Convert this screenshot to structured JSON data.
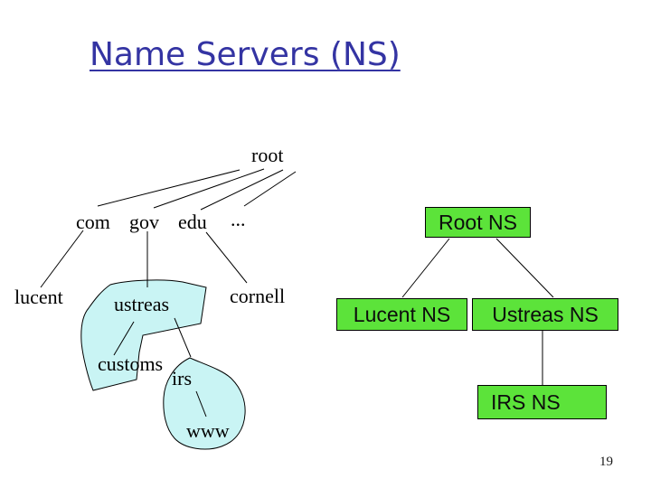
{
  "slide": {
    "title": "Name Servers (NS)",
    "page_number": "19"
  },
  "colors": {
    "title_blue": "#3434a3",
    "zone_cyan": "#c9f4f4",
    "ns_green": "#5ce33a",
    "line": "#000000"
  },
  "dns_tree": {
    "labels": {
      "root": "root",
      "com": "com",
      "gov": "gov",
      "edu": "edu",
      "ellipsis": "...",
      "lucent": "lucent",
      "ustreas": "ustreas",
      "cornell": "cornell",
      "customs": "customs",
      "irs": "irs",
      "www": "www"
    },
    "edges": [
      {
        "from": "root",
        "to": "com"
      },
      {
        "from": "root",
        "to": "gov"
      },
      {
        "from": "root",
        "to": "edu"
      },
      {
        "from": "root",
        "to": "ellipsis"
      },
      {
        "from": "com",
        "to": "lucent"
      },
      {
        "from": "gov",
        "to": "ustreas"
      },
      {
        "from": "edu",
        "to": "cornell"
      },
      {
        "from": "ustreas",
        "to": "customs"
      },
      {
        "from": "ustreas",
        "to": "irs"
      },
      {
        "from": "irs",
        "to": "www"
      }
    ],
    "zones": [
      {
        "name": "ustreas-zone",
        "contains": [
          "ustreas",
          "customs"
        ]
      },
      {
        "name": "irs-zone",
        "contains": [
          "irs",
          "www"
        ]
      }
    ]
  },
  "ns_hierarchy": {
    "boxes": [
      {
        "id": "root-ns",
        "label": "Root NS"
      },
      {
        "id": "lucent-ns",
        "label": "Lucent NS"
      },
      {
        "id": "ustreas-ns",
        "label": "Ustreas NS"
      },
      {
        "id": "irs-ns",
        "label": "IRS NS"
      }
    ],
    "edges": [
      {
        "from": "root-ns",
        "to": "lucent-ns"
      },
      {
        "from": "root-ns",
        "to": "ustreas-ns"
      },
      {
        "from": "ustreas-ns",
        "to": "irs-ns"
      }
    ]
  }
}
